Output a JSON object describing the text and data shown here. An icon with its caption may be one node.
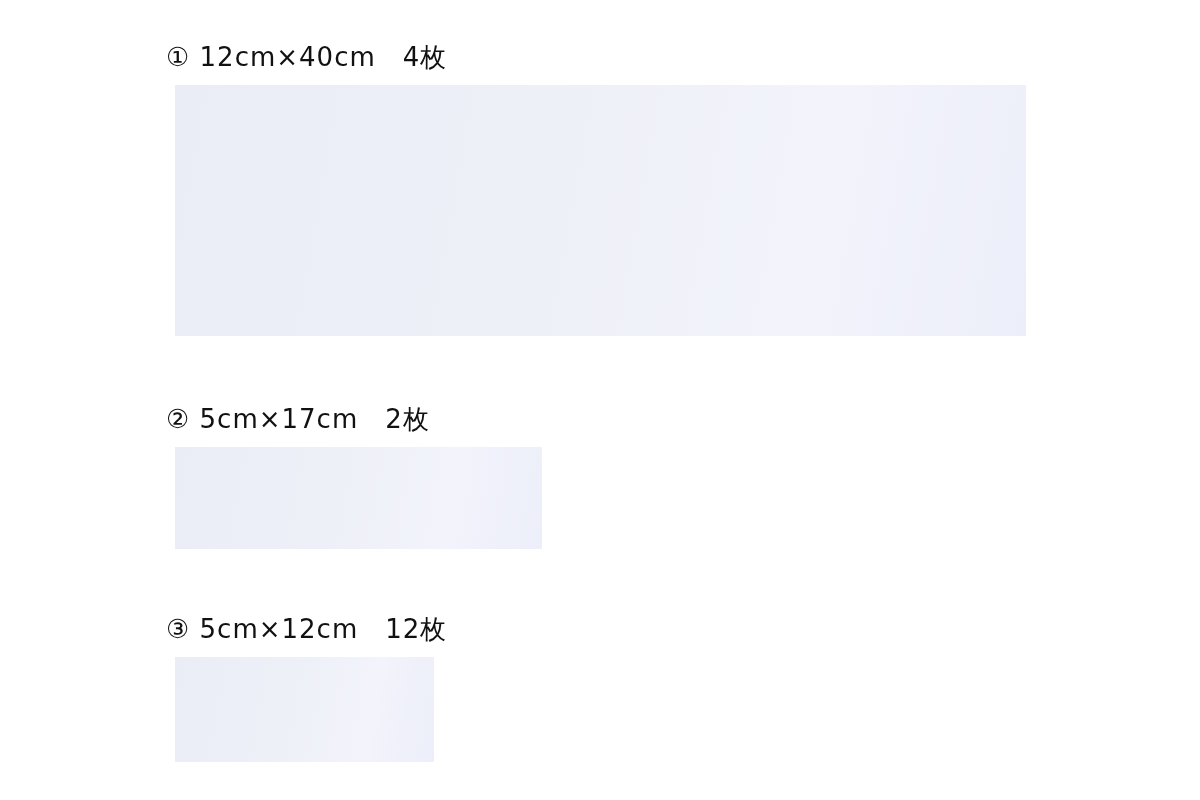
{
  "diagram": {
    "nodes": [
      {
        "text": [
          "① 12cm×40cm　4枚"
        ]
      },
      {
        "text": [
          "② 5cm×17cm　2枚"
        ]
      },
      {
        "text": [
          "③ 5cm×12cm　12枚"
        ]
      }
    ]
  }
}
